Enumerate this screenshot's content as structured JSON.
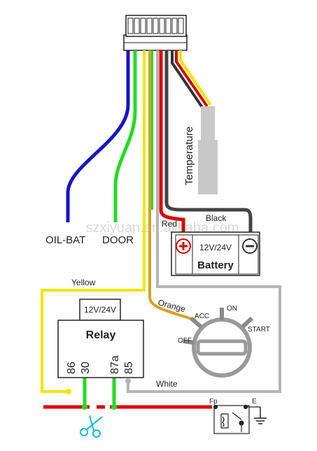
{
  "labels": {
    "oil_bat": "OIL-BAT",
    "door": "DOOR",
    "temperature": "Temperature",
    "red": "Red",
    "black": "Black",
    "battery_voltage": "12V/24V",
    "battery": "Battery",
    "yellow": "Yellow",
    "relay_voltage": "12V/24V",
    "relay": "Relay",
    "pin_86": "86",
    "pin_30": "30",
    "pin_87a": "87a",
    "pin_85": "85",
    "orange": "Orange",
    "acc": "ACC",
    "on": "ON",
    "start": "START",
    "off": "OFF",
    "white": "White",
    "fp": "Fp",
    "e": "E",
    "watermark": "szxiyuan.en.alibaba.com"
  },
  "icons": {
    "battery_positive": "plus-circle-icon",
    "battery_negative": "minus-circle-icon",
    "cut_point": "scissors-icon",
    "ground": "ground-icon"
  },
  "colors": {
    "blue": "#1515c8",
    "green": "#22dd22",
    "yellow": "#f2e600",
    "orange": "#d9a020",
    "red": "#e00000",
    "black": "#333333",
    "gray": "#b5b5b5",
    "cyan": "#00c0e0"
  }
}
